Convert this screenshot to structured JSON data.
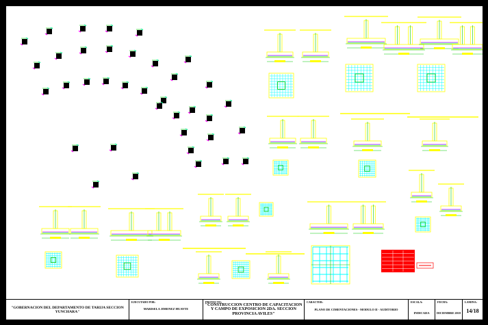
{
  "sheet": {
    "background": "#000000",
    "paper": "#ffffff"
  },
  "colors": {
    "cad_yellow": "#ffff00",
    "cad_cyan": "#00ffff",
    "cad_green": "#00cc00",
    "cad_magenta": "#ff00ff",
    "cad_red": "#ff0000",
    "cad_blue": "#0000ff",
    "ink": "#000000"
  },
  "title_block": {
    "client": {
      "value": "\"GOBERNACION DEL DEPARTAMENTO DE TARIJA SECCION YUNCHARA\""
    },
    "executed_by": {
      "label": "EJECUTADO POR:",
      "value": "MARISELA JIMENEZ HUAYTE"
    },
    "project": {
      "label": "PROYECTO:",
      "value": "\"CONSTRUCCION CENTRO DE CAPACITACION Y CAMPO DE EXPOSICION 2DA. SECCION PROVINCIA AVILES\""
    },
    "character": {
      "label": "CARACTER:",
      "value": "PLANO DE CIMENTACIONES - MODULO II - AUDITORIO"
    },
    "scale": {
      "label": "ESCALA:",
      "value": "INDICADA"
    },
    "date": {
      "label": "FECHA:",
      "value": "DICIEMBRE 2018"
    },
    "sheet_no": {
      "label": "LAMINA:",
      "value": "14/18"
    }
  }
}
